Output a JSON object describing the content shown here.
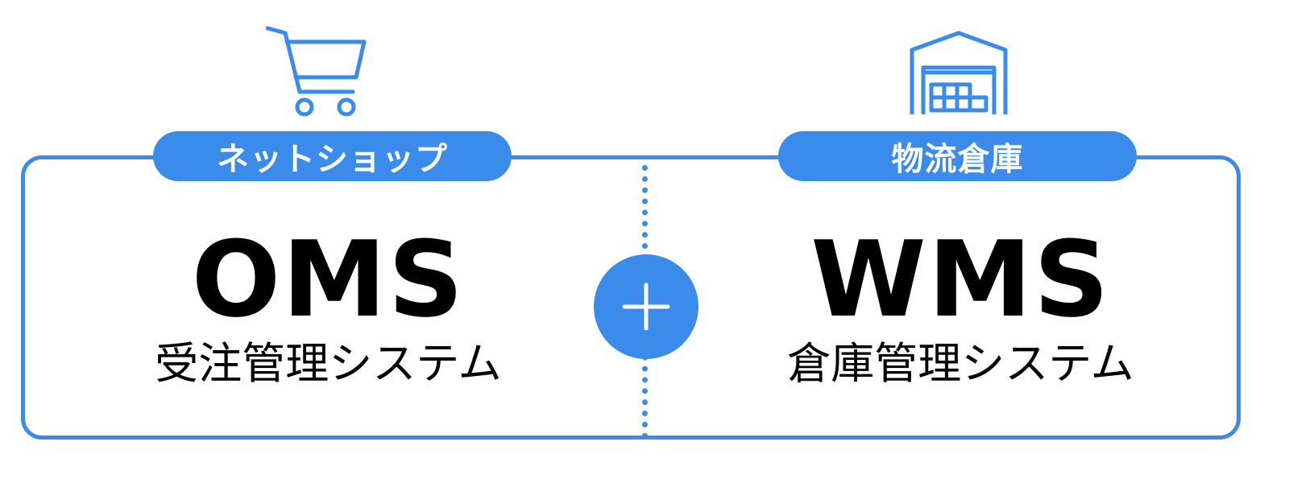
{
  "left": {
    "badge_label": "ネットショップ",
    "title": "OMS",
    "subtitle": "受注管理システム",
    "icon": "shopping-cart-icon"
  },
  "right": {
    "badge_label": "物流倉庫",
    "title": "WMS",
    "subtitle": "倉庫管理システム",
    "icon": "warehouse-icon"
  },
  "connector": {
    "icon": "plus-icon"
  },
  "colors": {
    "accent": "#3b8beb",
    "text": "#000000",
    "background": "#ffffff"
  }
}
